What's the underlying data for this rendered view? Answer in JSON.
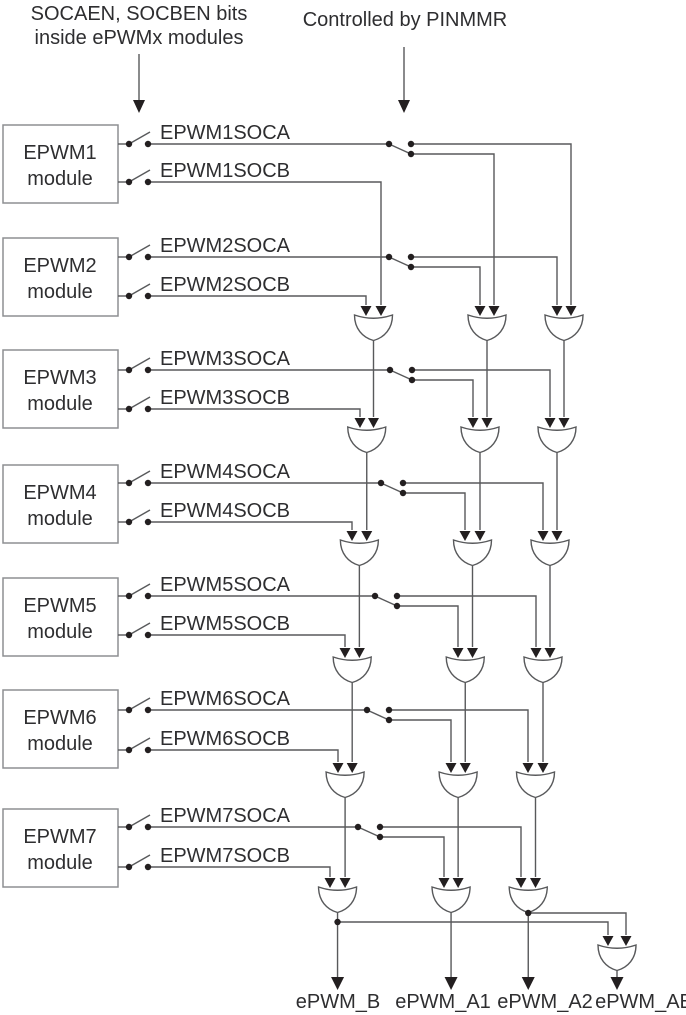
{
  "colors": {
    "background": "#ffffff",
    "line": "#58595b",
    "box_border": "#8d8f92",
    "text": "#2e2e30",
    "arrow_fill": "#231f20"
  },
  "annotations": {
    "soc_bits": {
      "line1": "SOCAEN, SOCBEN bits",
      "line2": "inside ePWMx modules"
    },
    "pinmmr": {
      "line1": "Controlled by PINMMR"
    }
  },
  "modules": [
    {
      "name": "EPWM1",
      "name_line2": "module",
      "soca": "EPWM1SOCA",
      "socb": "EPWM1SOCB"
    },
    {
      "name": "EPWM2",
      "name_line2": "module",
      "soca": "EPWM2SOCA",
      "socb": "EPWM2SOCB"
    },
    {
      "name": "EPWM3",
      "name_line2": "module",
      "soca": "EPWM3SOCA",
      "socb": "EPWM3SOCB"
    },
    {
      "name": "EPWM4",
      "name_line2": "module",
      "soca": "EPWM4SOCA",
      "socb": "EPWM4SOCB"
    },
    {
      "name": "EPWM5",
      "name_line2": "module",
      "soca": "EPWM5SOCA",
      "socb": "EPWM5SOCB"
    },
    {
      "name": "EPWM6",
      "name_line2": "module",
      "soca": "EPWM6SOCA",
      "socb": "EPWM6SOCB"
    },
    {
      "name": "EPWM7",
      "name_line2": "module",
      "soca": "EPWM7SOCA",
      "socb": "EPWM7SOCB"
    }
  ],
  "outputs": [
    {
      "label": "ePWM_B"
    },
    {
      "label": "ePWM_A1"
    },
    {
      "label": "ePWM_A2"
    },
    {
      "label": "ePWM_AB"
    }
  ]
}
